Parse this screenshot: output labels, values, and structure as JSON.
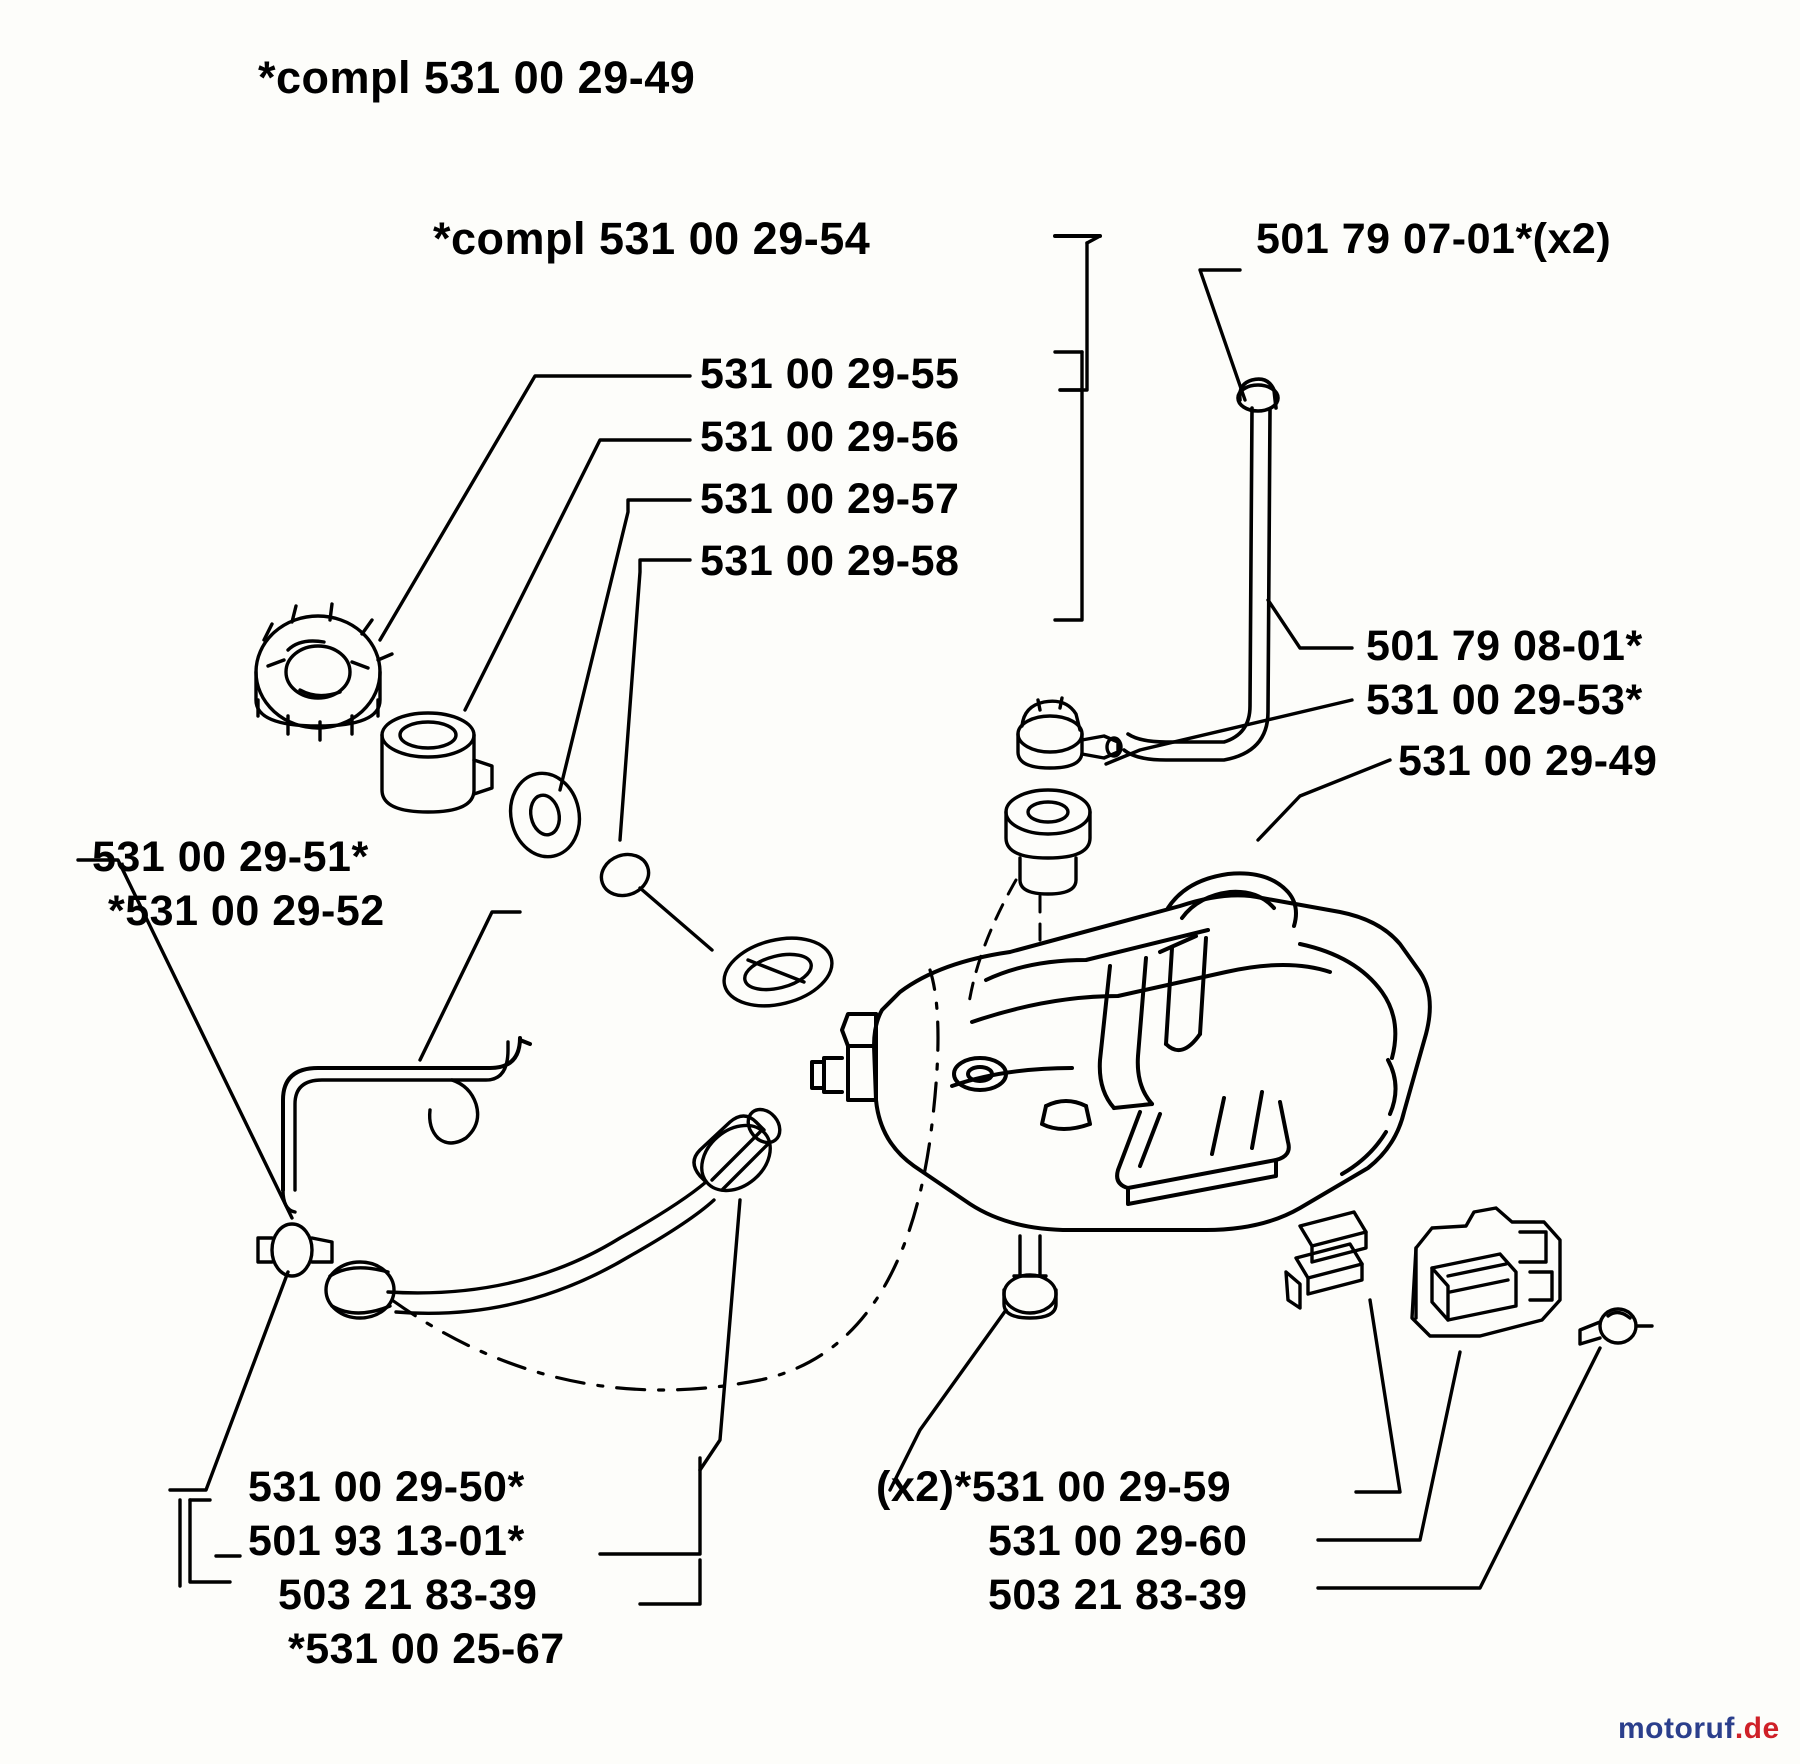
{
  "diagram": {
    "kind": "exploded-parts-diagram",
    "subject": "Fuel tank assembly",
    "background_color": "#fdfdfa",
    "line_color": "#000000"
  },
  "headers": [
    {
      "id": "compl-49",
      "text": "*compl 531 00 29-49"
    },
    {
      "id": "compl-54",
      "text": "*compl 531 00 29-54"
    }
  ],
  "bracket_group": {
    "items": [
      {
        "text": "531 00 29-55"
      },
      {
        "text": "531 00 29-56"
      },
      {
        "text": "531 00 29-57"
      },
      {
        "text": "531 00 29-58"
      }
    ]
  },
  "labels": {
    "right_top": "501 79 07-01*(x2)",
    "right_hose": "501 79 08-01*",
    "right_grommet": "531 00 29-53*",
    "right_tank": "531 00 29-49",
    "left_upper_1": "531 00 29-51*",
    "left_upper_2": "*531 00 29-52",
    "left_lower_1": "531 00 29-50*",
    "left_lower_2": "501 93 13-01*",
    "left_lower_3": "503 21 83-39",
    "left_lower_4": "*531 00 25-67",
    "bottom_right_1": "(x2)*531 00 29-59",
    "bottom_right_2": "531 00 29-60",
    "bottom_right_3": "503 21 83-39"
  },
  "watermark": {
    "primary": "motoruf",
    "suffix": ".de"
  }
}
